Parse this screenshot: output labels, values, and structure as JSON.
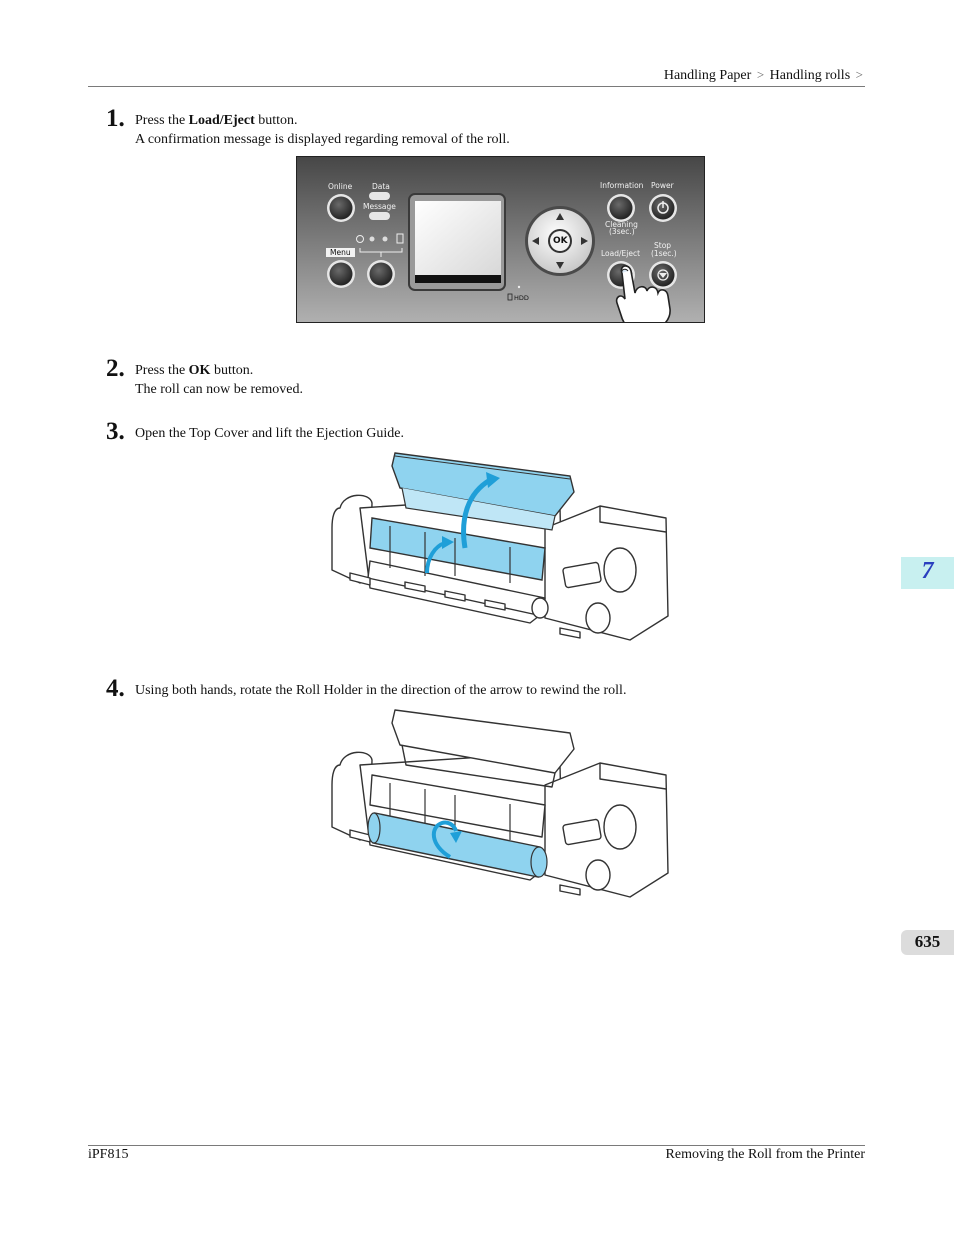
{
  "header": {
    "breadcrumb": [
      "Handling Paper",
      "Handling rolls"
    ],
    "separator": ">"
  },
  "steps": [
    {
      "number": "1.",
      "line1_prefix": "Press the ",
      "line1_bold": "Load/Eject",
      "line1_suffix": " button.",
      "line2": "A confirmation message is displayed regarding removal of the roll."
    },
    {
      "number": "2.",
      "line1_prefix": "Press the ",
      "line1_bold": "OK",
      "line1_suffix": " button.",
      "line2": "The roll can now be removed."
    },
    {
      "number": "3.",
      "line1": "Open the Top Cover and lift the Ejection Guide."
    },
    {
      "number": "4.",
      "line1": "Using both hands, rotate the Roll Holder in the direction of the arrow to rewind the roll."
    }
  ],
  "control_panel": {
    "labels": {
      "online": "Online",
      "data": "Data",
      "message": "Message",
      "menu": "Menu",
      "information": "Information",
      "power": "Power",
      "cleaning": "Cleaning",
      "cleaning_time": "(3sec.)",
      "load_eject": "Load/Eject",
      "stop": "Stop",
      "stop_time": "(1sec.)",
      "ok": "OK",
      "hdd": "HDD"
    },
    "colors": {
      "panel_top": "#4a4a4a",
      "panel_bottom": "#a8a8a8",
      "button": "#3a3a3a"
    }
  },
  "illustration_colors": {
    "highlight": "#8fd3ef",
    "arrow": "#1f9fd8",
    "outline": "#333333"
  },
  "side_tabs": {
    "chapter": "7",
    "page": "635"
  },
  "footer": {
    "model": "iPF815",
    "section": "Removing the Roll from the Printer"
  }
}
